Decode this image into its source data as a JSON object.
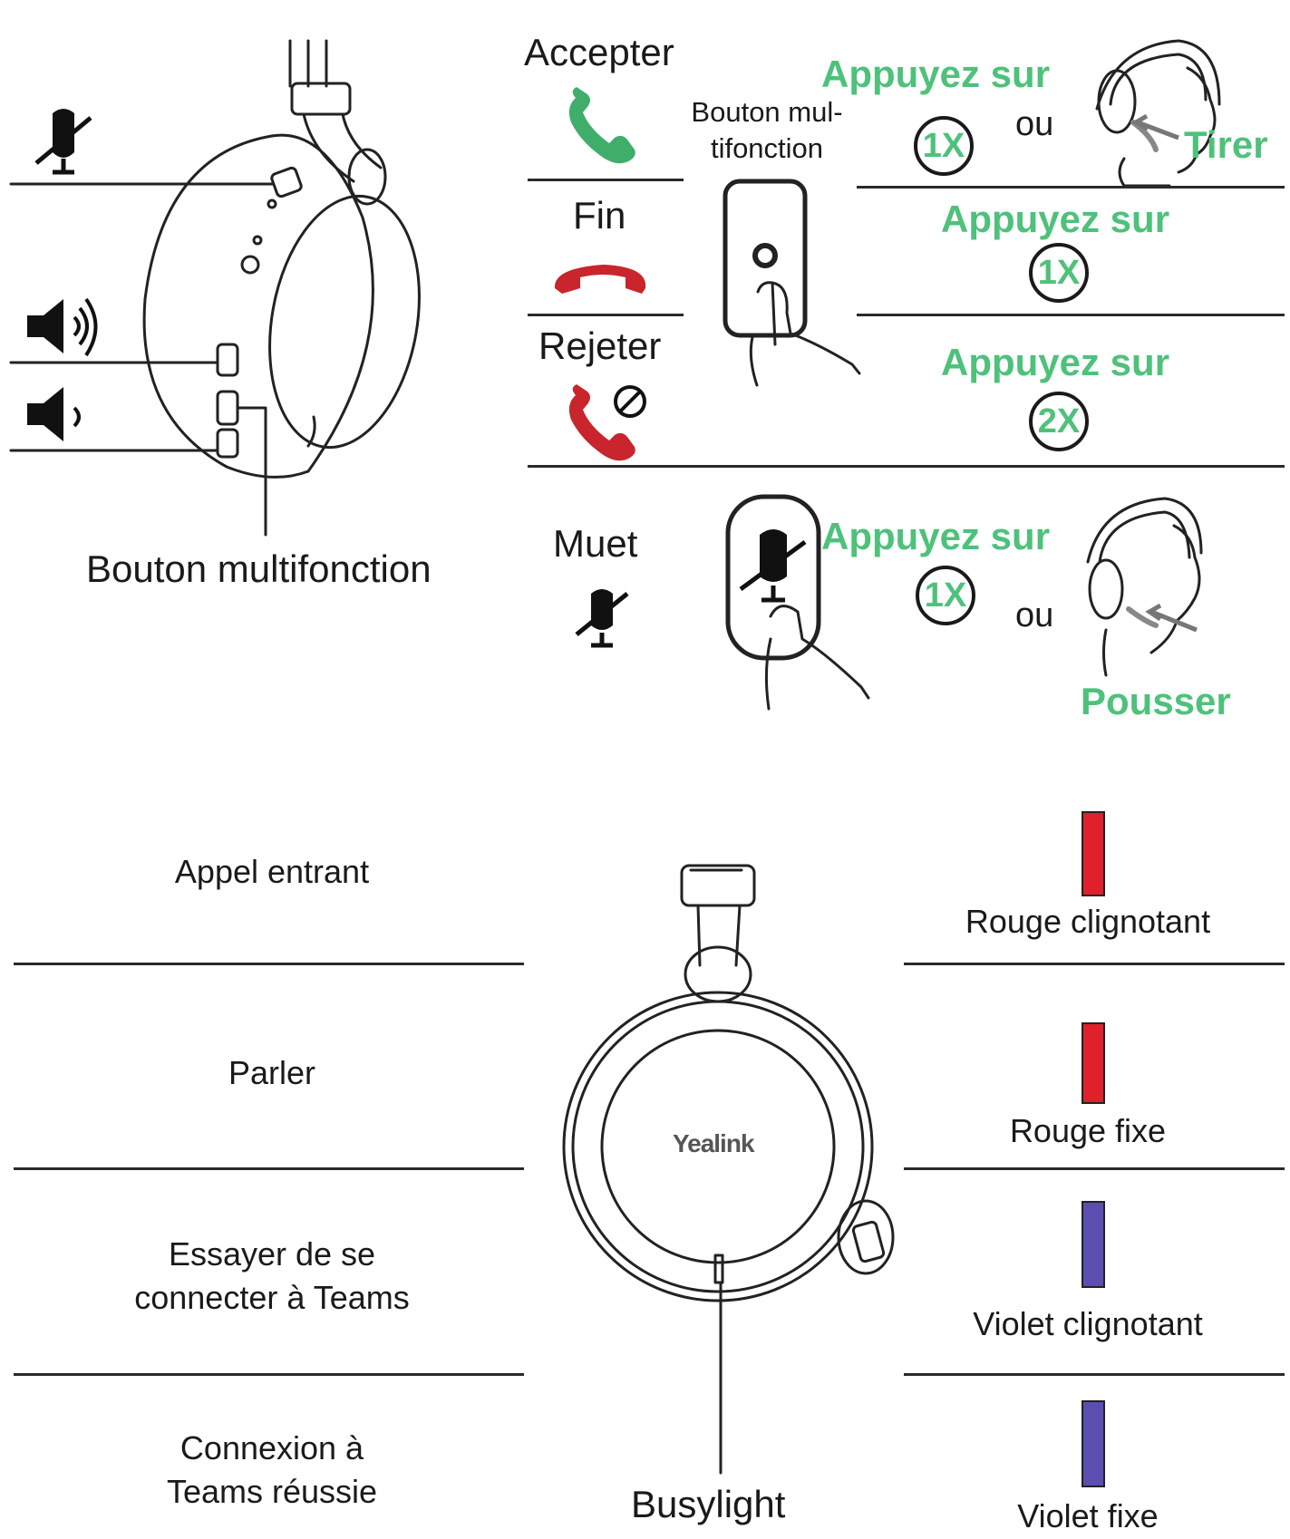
{
  "top_left": {
    "multifunction_label": "Bouton multifonction",
    "icons": [
      "mute-mic-icon",
      "volume-up-icon",
      "volume-down-icon"
    ]
  },
  "actions": {
    "accept": "Accepter",
    "end": "Fin",
    "reject": "Rejeter",
    "mute": "Muet",
    "multifunction_line1": "Bouton mul-",
    "multifunction_line2": "tifonction"
  },
  "instructions": {
    "press": "Appuyez sur",
    "or": "ou",
    "pull": "Tirer",
    "push": "Pousser",
    "once": "1X",
    "twice": "2X"
  },
  "busylight": {
    "label": "Busylight",
    "brand": "Yealink",
    "rows": [
      {
        "state_line1": "Appel entrant",
        "state_line2": "",
        "led": "Rouge clignotant",
        "color": "#e0202a"
      },
      {
        "state_line1": "Parler",
        "state_line2": "",
        "led": "Rouge fixe",
        "color": "#e0202a"
      },
      {
        "state_line1": "Essayer de se",
        "state_line2": "connecter à Teams",
        "led": "Violet clignotant",
        "color": "#5a4fb0"
      },
      {
        "state_line1": "Connexion à",
        "state_line2": "Teams réussie",
        "led": "Violet fixe",
        "color": "#5a4fb0"
      }
    ]
  },
  "colors": {
    "green": "#4ec17b",
    "red": "#d0202a",
    "purple": "#5a4fb0"
  }
}
